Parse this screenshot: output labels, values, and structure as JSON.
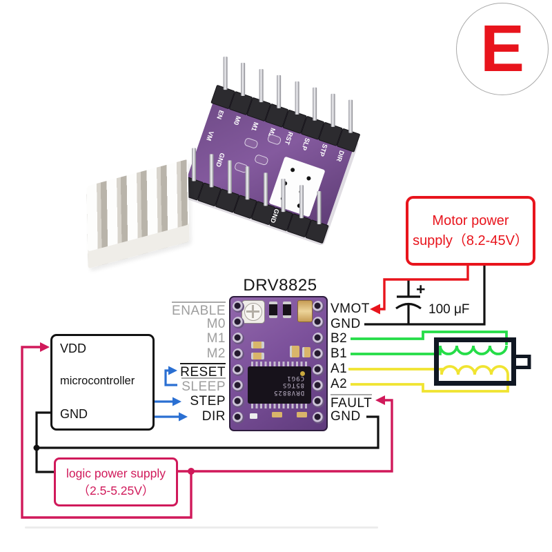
{
  "badge": {
    "letter": "E"
  },
  "diagram": {
    "title": "DRV8825",
    "pins": {
      "left": [
        {
          "label": "ENABLE",
          "muted": true,
          "overline": true,
          "overline_gray": true
        },
        {
          "label": "M0",
          "muted": true,
          "overline": false,
          "overline_gray": false
        },
        {
          "label": "M1",
          "muted": true,
          "overline": false,
          "overline_gray": false
        },
        {
          "label": "M2",
          "muted": true,
          "overline": false,
          "overline_gray": false
        },
        {
          "label": "RESET",
          "muted": false,
          "overline": true,
          "overline_gray": false
        },
        {
          "label": "SLEEP",
          "muted": true,
          "overline": true,
          "overline_gray": true
        },
        {
          "label": "STEP",
          "muted": false,
          "overline": false,
          "overline_gray": false
        },
        {
          "label": "DIR",
          "muted": false,
          "overline": false,
          "overline_gray": false
        }
      ],
      "right": [
        {
          "label": "VMOT",
          "muted": false,
          "overline": false,
          "overline_gray": false
        },
        {
          "label": "GND",
          "muted": false,
          "overline": false,
          "overline_gray": false
        },
        {
          "label": "B2",
          "muted": false,
          "overline": false,
          "overline_gray": false
        },
        {
          "label": "B1",
          "muted": false,
          "overline": false,
          "overline_gray": false
        },
        {
          "label": "A1",
          "muted": false,
          "overline": false,
          "overline_gray": false
        },
        {
          "label": "A2",
          "muted": false,
          "overline": false,
          "overline_gray": false
        },
        {
          "label": "FAULT",
          "muted": false,
          "overline": true,
          "overline_gray": true
        },
        {
          "label": "GND",
          "muted": false,
          "overline": false,
          "overline_gray": false
        }
      ]
    },
    "microcontroller": {
      "top_pin": "VDD",
      "name": "microcontroller",
      "bottom_pin": "GND"
    },
    "motor_supply": {
      "line1": "Motor power",
      "line2": "supply（8.2-45V）"
    },
    "logic_supply": {
      "line1": "logic power supply",
      "line2": "（2.5-5.25V）"
    },
    "capacitor": {
      "value": "100 μF",
      "polarity": "+"
    }
  },
  "photo": {
    "signal_labels": [
      "EN",
      "M0",
      "M1",
      "M2",
      "RST",
      "SLP",
      "STP",
      "DIR"
    ],
    "left_label_1": "VM",
    "left_label_2": "GND",
    "bottom_label": "GND"
  },
  "chip": {
    "line1": "DRV8825",
    "line2": "85TGS",
    "line3": "C9G1"
  },
  "colors": {
    "red": "#e8141c",
    "pink": "#d0195a",
    "blue": "#2a6fd2",
    "green": "#25dd48",
    "yellow": "#f0e431",
    "black": "#111111",
    "muted_label": "#9e9e9e",
    "pcb_purple": "#7c519b"
  }
}
